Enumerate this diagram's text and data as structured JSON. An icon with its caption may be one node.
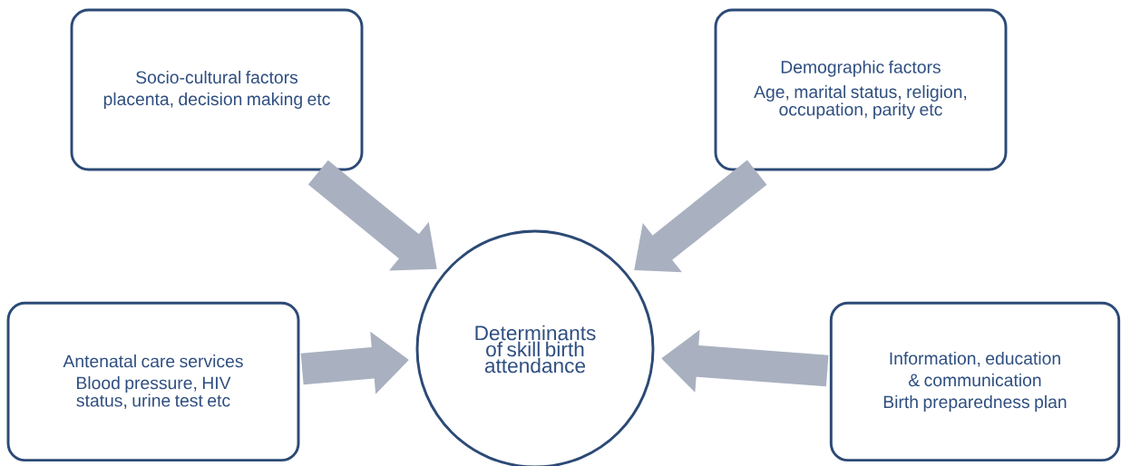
{
  "diagram": {
    "nodes": [
      {
        "text": [
          "Socio-cultural factors",
          "placenta, decision making etc"
        ]
      },
      {
        "text": [
          "Demographic factors",
          "Age, marital status, religion, occupation, parity  etc"
        ]
      },
      {
        "text": [
          "Determinants of skill birth attendance"
        ]
      },
      {
        "text": [
          "Antenatal care services",
          "Blood pressure, HIV status, urine test  etc"
        ]
      },
      {
        "text": [
          "Information, education & communication",
          "Birth preparedness plan"
        ]
      }
    ],
    "edges": [
      {
        "from": 0,
        "to": 2,
        "arrow": "to"
      },
      {
        "from": 1,
        "to": 2,
        "arrow": "to"
      },
      {
        "from": 3,
        "to": 2,
        "arrow": "to"
      },
      {
        "from": 4,
        "to": 2,
        "arrow": "to"
      }
    ]
  }
}
